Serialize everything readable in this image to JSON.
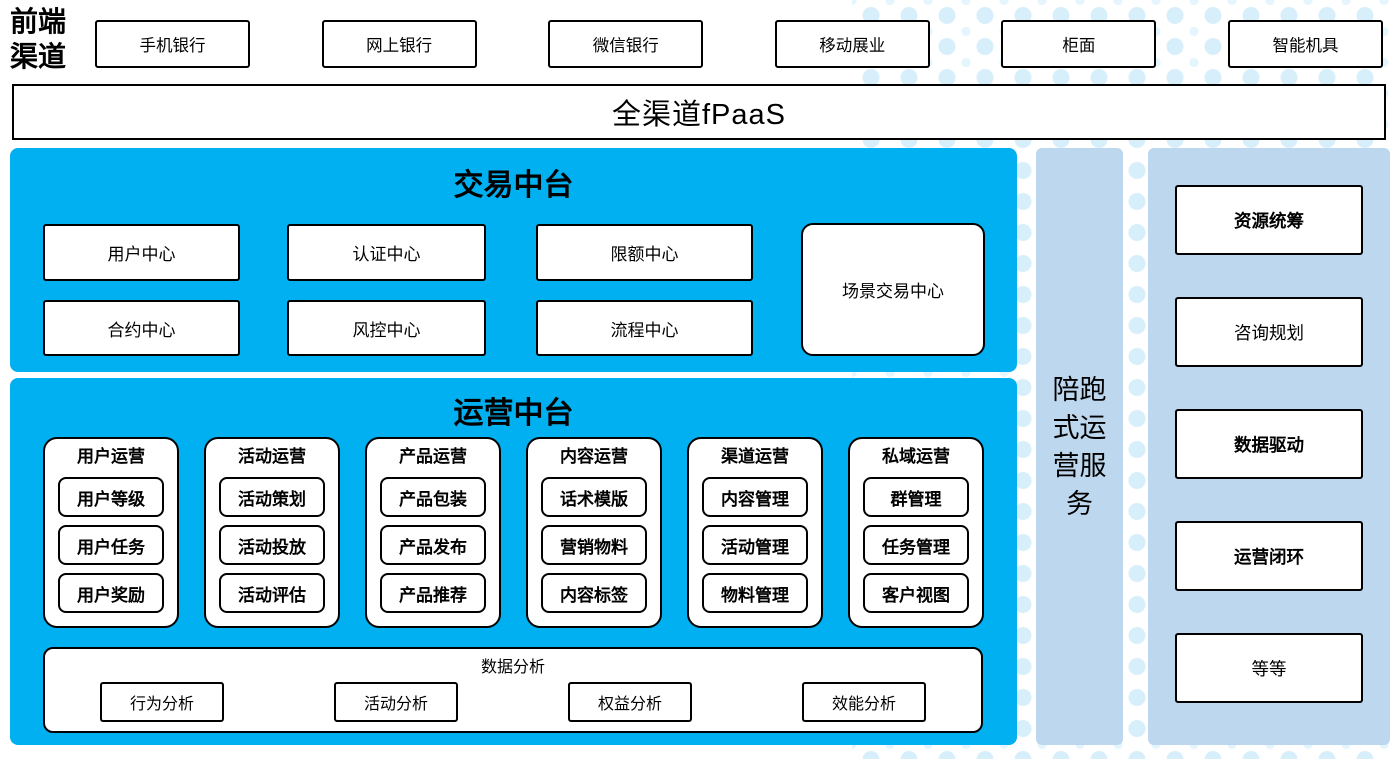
{
  "colors": {
    "platform_blue": "#00B0F0",
    "panel_light_blue": "#BDD7EE",
    "dot_pattern_blue": "#D7EEFB"
  },
  "front_channels": {
    "label": "前端渠道",
    "items": [
      "手机银行",
      "网上银行",
      "微信银行",
      "移动展业",
      "柜面",
      "智能机具"
    ]
  },
  "fpaas_label": "全渠道fPaaS",
  "transaction_platform": {
    "title": "交易中台",
    "row1": [
      "用户中心",
      "认证中心",
      "限额中心"
    ],
    "row2": [
      "合约中心",
      "风控中心",
      "流程中心"
    ],
    "scene_center": "场景交易中心"
  },
  "operations_platform": {
    "title": "运营中台",
    "columns": [
      {
        "header": "用户运营",
        "items": [
          "用户等级",
          "用户任务",
          "用户奖励"
        ]
      },
      {
        "header": "活动运营",
        "items": [
          "活动策划",
          "活动投放",
          "活动评估"
        ]
      },
      {
        "header": "产品运营",
        "items": [
          "产品包装",
          "产品发布",
          "产品推荐"
        ]
      },
      {
        "header": "内容运营",
        "items": [
          "话术模版",
          "营销物料",
          "内容标签"
        ]
      },
      {
        "header": "渠道运营",
        "items": [
          "内容管理",
          "活动管理",
          "物料管理"
        ]
      },
      {
        "header": "私域运营",
        "items": [
          "群管理",
          "任务管理",
          "客户视图"
        ]
      }
    ],
    "analytics": {
      "title": "数据分析",
      "items": [
        "行为分析",
        "活动分析",
        "权益分析",
        "效能分析"
      ]
    }
  },
  "companion_service": {
    "label": "陪跑式运营服务"
  },
  "service_items": [
    {
      "label": "资源统筹"
    },
    {
      "label": "咨询规划"
    },
    {
      "label": "数据驱动"
    },
    {
      "label": "运营闭环"
    },
    {
      "label": "等等"
    }
  ]
}
